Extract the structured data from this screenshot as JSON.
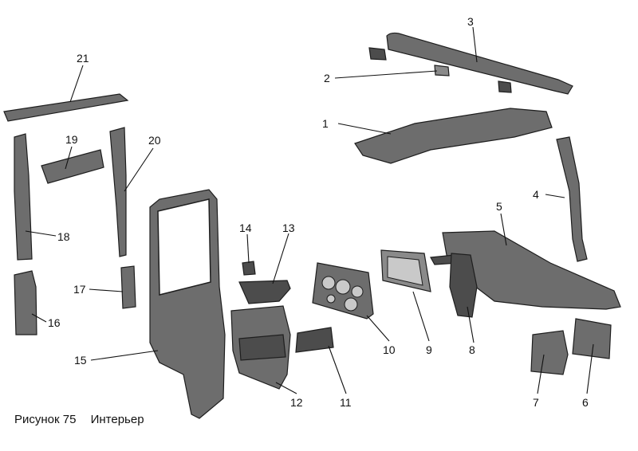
{
  "figure": {
    "label": "Рисунок 75",
    "title": "Интерьер"
  },
  "callouts": [
    "1",
    "2",
    "3",
    "4",
    "5",
    "6",
    "7",
    "8",
    "9",
    "10",
    "11",
    "12",
    "13",
    "14",
    "15",
    "16",
    "17",
    "18",
    "19",
    "20",
    "21"
  ]
}
